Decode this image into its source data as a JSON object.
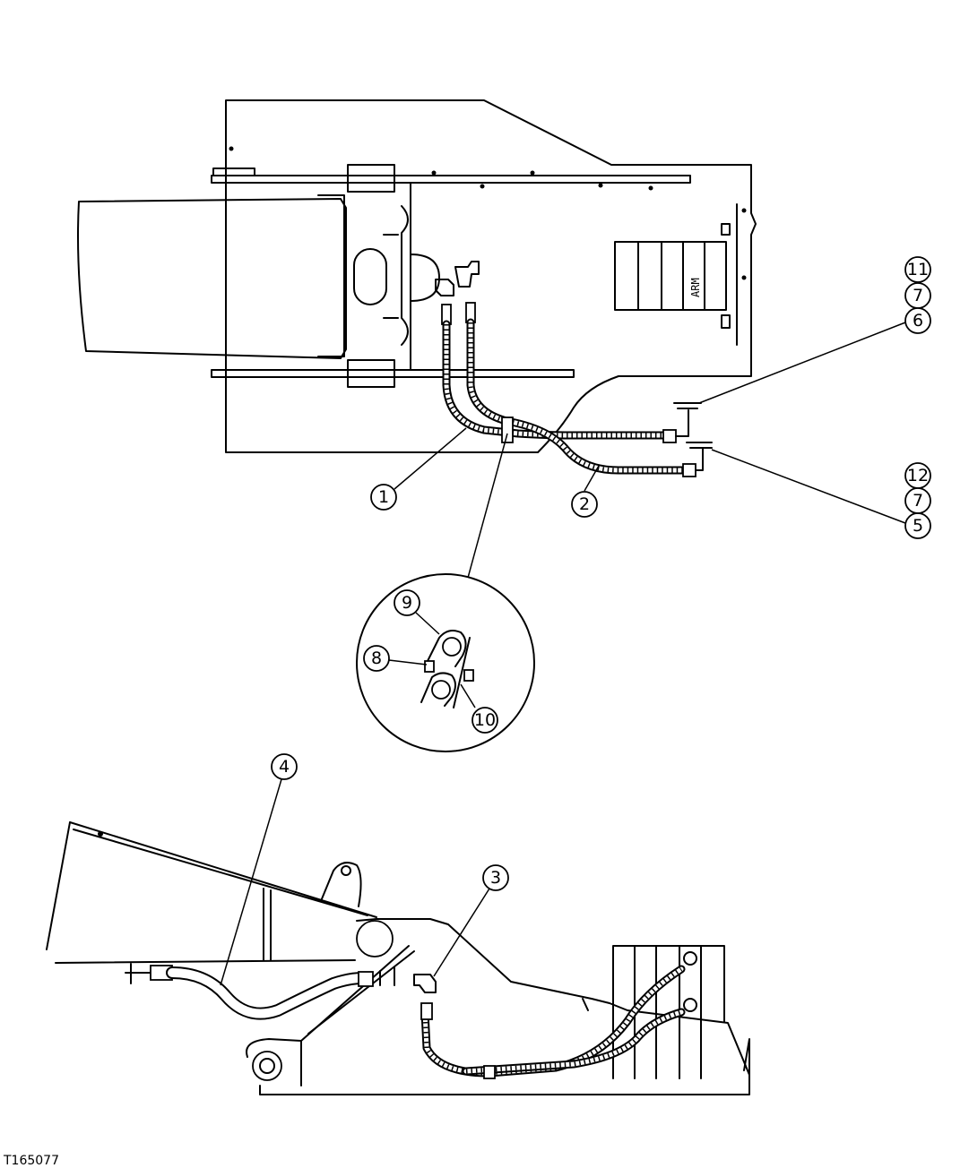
{
  "diagram": {
    "reference_code": "T165077",
    "component_label": "ARM",
    "callouts": {
      "c1": "1",
      "c2": "2",
      "c3": "3",
      "c4": "4",
      "c5": "5",
      "c6": "6",
      "c7a": "7",
      "c7b": "7",
      "c8": "8",
      "c9": "9",
      "c10": "10",
      "c11": "11",
      "c12": "12"
    }
  }
}
